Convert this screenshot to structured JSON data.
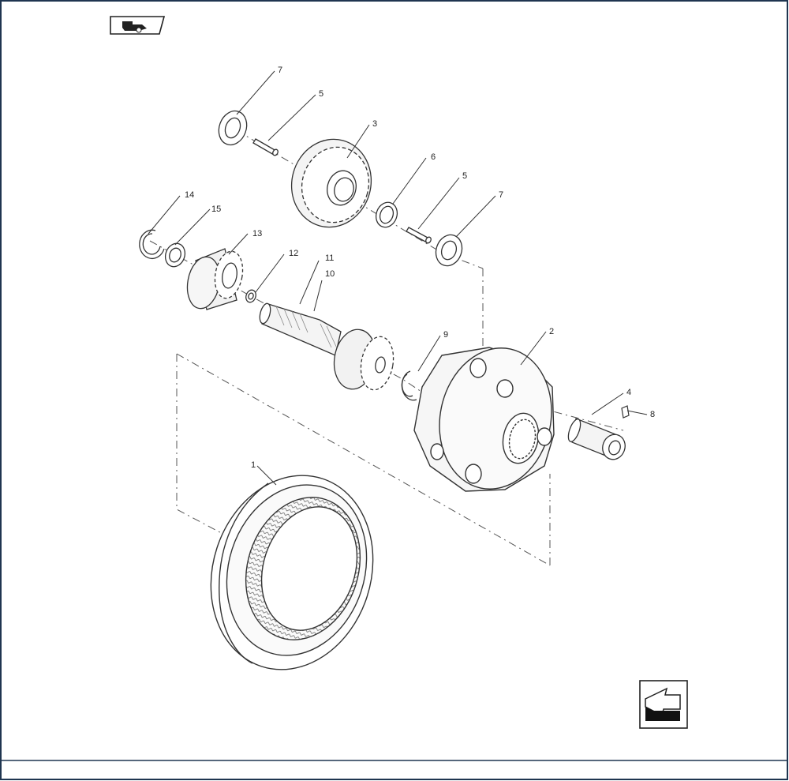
{
  "diagram": {
    "callouts": [
      {
        "id": "c7a",
        "label": "7"
      },
      {
        "id": "c5a",
        "label": "5"
      },
      {
        "id": "c3",
        "label": "3"
      },
      {
        "id": "c6",
        "label": "6"
      },
      {
        "id": "c5b",
        "label": "5"
      },
      {
        "id": "c7b",
        "label": "7"
      },
      {
        "id": "c14",
        "label": "14"
      },
      {
        "id": "c15",
        "label": "15"
      },
      {
        "id": "c13",
        "label": "13"
      },
      {
        "id": "c12",
        "label": "12"
      },
      {
        "id": "c11",
        "label": "11"
      },
      {
        "id": "c10",
        "label": "10"
      },
      {
        "id": "c9",
        "label": "9"
      },
      {
        "id": "c2",
        "label": "2"
      },
      {
        "id": "c4",
        "label": "4"
      },
      {
        "id": "c8",
        "label": "8"
      },
      {
        "id": "c1",
        "label": "1"
      }
    ]
  },
  "icons": {
    "top_left": "tractor-direction-icon",
    "bottom_right": "next-page-arrow-icon"
  },
  "colors": {
    "line": "#333333",
    "background": "#ffffff",
    "border": "#1f3550"
  }
}
